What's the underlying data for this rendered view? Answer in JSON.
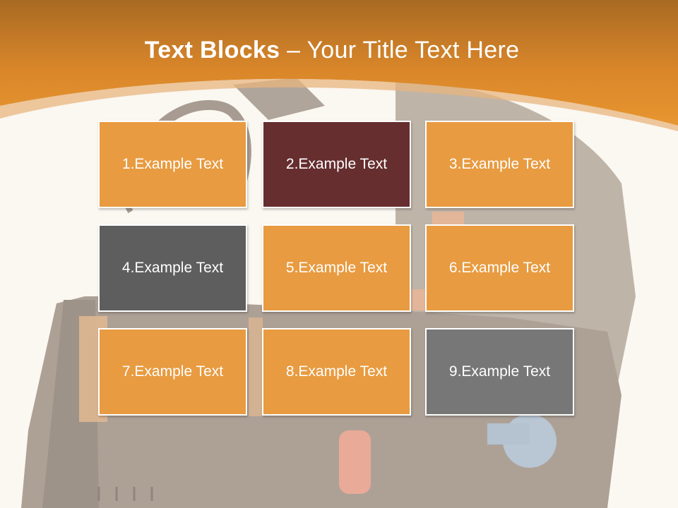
{
  "slide": {
    "title_bold": "Text Blocks",
    "title_rest": " – Your Title Text Here"
  },
  "colors": {
    "header_orange": "#e3902e",
    "block_orange": "#e89b40",
    "block_maroon": "#662e2f",
    "block_dark_gray": "#5e5e5e",
    "block_gray": "#777777"
  },
  "blocks": [
    {
      "label": "1.Example Text",
      "color": "orange"
    },
    {
      "label": "2.Example Text",
      "color": "maroon"
    },
    {
      "label": "3.Example Text",
      "color": "orange"
    },
    {
      "label": "4.Example Text",
      "color": "dark-gray"
    },
    {
      "label": "5.Example Text",
      "color": "orange"
    },
    {
      "label": "6.Example Text",
      "color": "orange"
    },
    {
      "label": "7.Example Text",
      "color": "orange"
    },
    {
      "label": "8.Example Text",
      "color": "orange"
    },
    {
      "label": "9.Example Text",
      "color": "gray"
    }
  ]
}
